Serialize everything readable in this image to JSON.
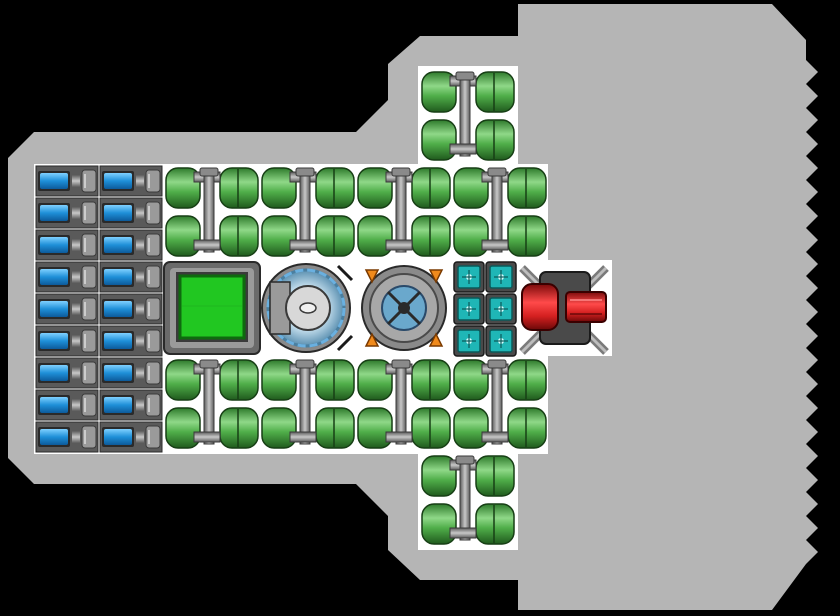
{
  "scene": {
    "title": "",
    "colors": {
      "background": "#000000",
      "floor": "#b5b5b5",
      "tile_bg": "#ffffff",
      "tank_green": "#4fae49",
      "tank_green_dark": "#2e7a2b",
      "tank_green_light": "#8fd888",
      "pipe_gray": "#8a8a8a",
      "battery_blue": "#1e8fd8",
      "screen_green": "#21c721",
      "cell_teal": "#1fb6b6",
      "laser_red": "#d42020",
      "accent_orange": "#f08a1c"
    }
  },
  "components": {
    "batteries": {
      "columns": 2,
      "rows": 9,
      "icon": "battery-icon"
    },
    "fuel_tanks": {
      "top_row": 4,
      "bottom_row": 4,
      "top_extension": 1,
      "bottom_extension": 1,
      "icon": "fuel-tank-icon"
    },
    "cockpit": {
      "icon": "cockpit-screen-icon"
    },
    "shield_generator": {
      "icon": "shield-dome-icon"
    },
    "reactor": {
      "icon": "reactor-core-icon"
    },
    "power_cells": {
      "count": 6,
      "icon": "power-cell-icon"
    },
    "weapon": {
      "icon": "laser-turret-icon"
    }
  }
}
